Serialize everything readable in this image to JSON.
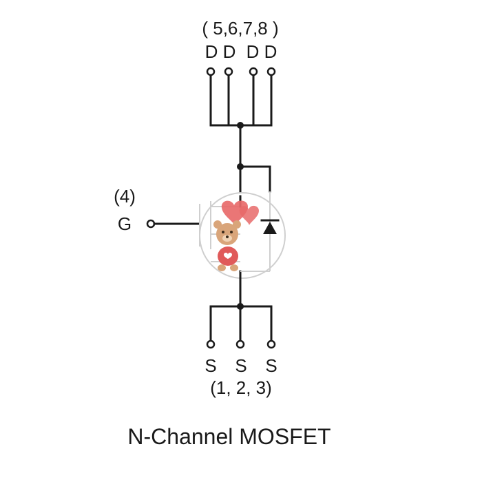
{
  "drain": {
    "pins_label": "( 5,6,7,8 )",
    "letters": [
      "D",
      "D",
      "D",
      "D"
    ]
  },
  "gate": {
    "pins_label": "(4)",
    "letter": "G"
  },
  "source": {
    "letters": [
      "S",
      "S",
      "S"
    ],
    "pins_label": "(1, 2, 3)"
  },
  "title": "N-Channel MOSFET"
}
